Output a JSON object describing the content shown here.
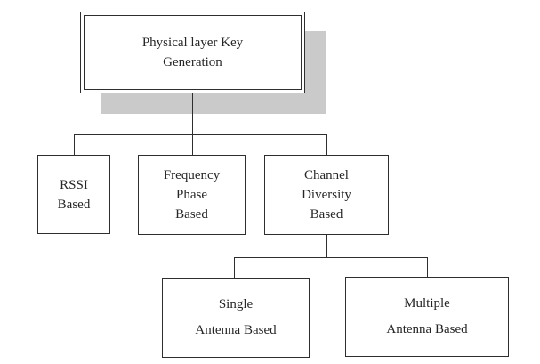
{
  "diagram": {
    "type": "tree",
    "root": {
      "label": "Physical layer Key\nGeneration"
    },
    "level1": [
      {
        "label": "RSSI\nBased"
      },
      {
        "label": "Frequency\nPhase\nBased"
      },
      {
        "label": "Channel\nDiversity\nBased"
      }
    ],
    "level2": [
      {
        "label": "Single\nAntenna Based"
      },
      {
        "label": "Multiple\nAntenna Based"
      }
    ],
    "colors": {
      "line": "#2e2e2e",
      "border": "#2e2e2e",
      "text": "#262626",
      "node_background": "#ffffff",
      "root_shadow": "#cacaca",
      "background": "#ffffff"
    }
  }
}
